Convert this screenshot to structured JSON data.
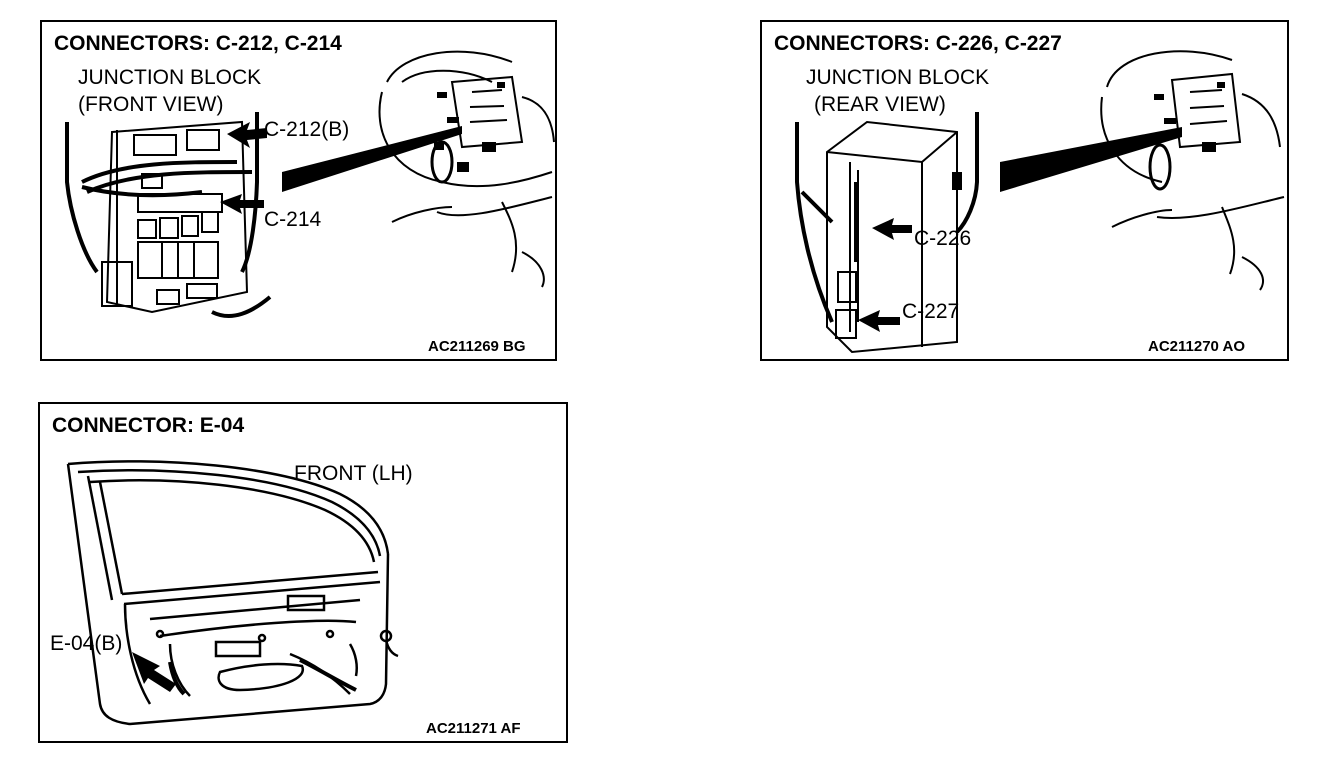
{
  "panels": [
    {
      "title": "CONNECTORS: C-212, C-214",
      "subtitle_1": "JUNCTION BLOCK",
      "subtitle_2": "(FRONT VIEW)",
      "labels": [
        "C-212(B)",
        "C-214"
      ],
      "code": "AC211269 BG"
    },
    {
      "title": "CONNECTORS: C-226, C-227",
      "subtitle_1": "JUNCTION BLOCK",
      "subtitle_2": "(REAR VIEW)",
      "labels": [
        "C-226",
        "C-227"
      ],
      "code": "AC211270 AO"
    },
    {
      "title": "CONNECTOR: E-04",
      "subtitle_1": "FRONT (LH)",
      "labels": [
        "E-04(B)"
      ],
      "code": "AC211271 AF"
    }
  ],
  "colors": {
    "ink": "#000000",
    "paper": "#ffffff"
  }
}
